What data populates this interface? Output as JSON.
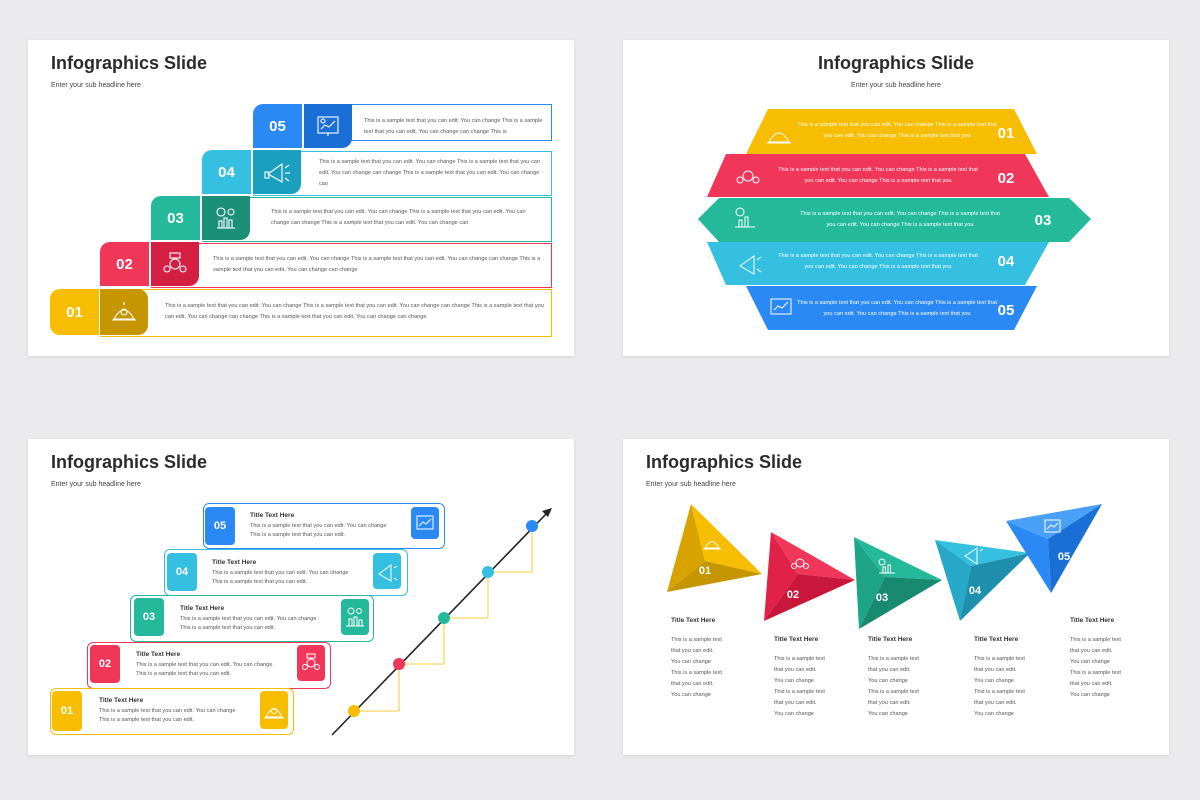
{
  "colors": {
    "yellow": "#f7bd00",
    "red": "#f0375a",
    "teal": "#25b99b",
    "cyan": "#35bfe0",
    "blue": "#2b89f5"
  },
  "slides": [
    {
      "title": "Infographics Slide",
      "subtitle": "Enter your sub headline here",
      "steps": [
        {
          "num": "01",
          "icon": "hands-money-icon",
          "text": "This is a sample text that you can edit. You can change This is a sample text that you can edit. You can change can change This is a sample text that you can edit. You can change can change This is a sample text that you can edit. You can change can change"
        },
        {
          "num": "02",
          "icon": "money-gears-icon",
          "text": "This is a sample text that you can edit. You can change This is a sample text that you can edit. You can change can change This is a sample text that you can edit. You can change can change"
        },
        {
          "num": "03",
          "icon": "chart-settings-icon",
          "text": "This is a sample text that you can edit. You can change This is a sample text that you can edit. You can change can change This is a sample text that you can edit. You can change can"
        },
        {
          "num": "04",
          "icon": "megaphone-icon",
          "text": "This is a sample text that you can edit. You can change This is a sample text that you can edit. You can change can change This is a sample text that you can edit. You can change can"
        },
        {
          "num": "05",
          "icon": "analytics-board-icon",
          "text": "This is a sample text that you can edit. You can change This is a sample text that you can edit. You can change can change This is"
        }
      ]
    },
    {
      "title": "Infographics Slide",
      "subtitle": "Enter your sub headline here",
      "bands": [
        {
          "num": "01",
          "icon": "hands-money-icon",
          "text": "This is a sample text that you can edit. You can change This is a sample text that you can edit. You can change This is a sample text that you"
        },
        {
          "num": "02",
          "icon": "money-gears-icon",
          "text": "This is a sample text that you can edit. You can change This is a sample text that you can edit. You can change This is a sample text that you"
        },
        {
          "num": "03",
          "icon": "chart-settings-icon",
          "text": "This is a sample text that you can edit. You can change This is a sample text that you can edit. You can change This is a sample text that you"
        },
        {
          "num": "04",
          "icon": "megaphone-icon",
          "text": "This is a sample text that you can edit. You can change This is a sample text that you can edit. You can change This is a sample text that you"
        },
        {
          "num": "05",
          "icon": "analytics-board-icon",
          "text": "This is a sample text that you can edit. You can change This is a sample text that you can edit. You can change This is a sample text that you"
        }
      ]
    },
    {
      "title": "Infographics Slide",
      "subtitle": "Enter your sub headline here",
      "cards": [
        {
          "num": "01",
          "heading": "Title Text Here",
          "icon": "hands-money-icon",
          "text": "This is a sample text that you can edit. You can change This is a sample text that you can edit."
        },
        {
          "num": "02",
          "heading": "Title Text Here",
          "icon": "money-gears-icon",
          "text": "This is a sample text that you can edit. You can change This is a sample text that you can edit."
        },
        {
          "num": "03",
          "heading": "Title Text Here",
          "icon": "chart-settings-icon",
          "text": "This is a sample text that you can edit. You can change This is a sample text that you can edit."
        },
        {
          "num": "04",
          "heading": "Title Text Here",
          "icon": "megaphone-icon",
          "text": "This is a sample text that you can edit. You can change This is a sample text that you can edit."
        },
        {
          "num": "05",
          "heading": "Title Text Here",
          "icon": "analytics-board-icon",
          "text": "This is a sample text that you can edit. You can change This is a sample text that you can edit."
        }
      ]
    },
    {
      "title": "Infographics Slide",
      "subtitle": "Enter your sub headline here",
      "arrows": [
        {
          "num": "01",
          "heading": "Title Text Here",
          "icon": "hands-money-icon",
          "lines": [
            "This is a sample text",
            "that you can edit.",
            "You can change",
            "This is a sample text",
            "that you can edit.",
            "You can change"
          ]
        },
        {
          "num": "02",
          "heading": "Title Text Here",
          "icon": "money-gears-icon",
          "lines": [
            "This is a sample text",
            "that you can edit.",
            "You can change",
            "This is a sample text",
            "that you can edit.",
            "You can change"
          ]
        },
        {
          "num": "03",
          "heading": "Title Text Here",
          "icon": "chart-settings-icon",
          "lines": [
            "This is a sample text",
            "that you can edit.",
            "You can change",
            "This is a sample text",
            "that you can edit.",
            "You can change"
          ]
        },
        {
          "num": "04",
          "heading": "Title Text Here",
          "icon": "megaphone-icon",
          "lines": [
            "This is a sample text",
            "that you can edit.",
            "You can change",
            "This is a sample text",
            "that you can edit.",
            "You can change"
          ]
        },
        {
          "num": "05",
          "heading": "Title Text Here",
          "icon": "analytics-board-icon",
          "lines": [
            "This is a sample text",
            "that you can edit.",
            "You can change",
            "This is a sample text",
            "that you can edit.",
            "You can change"
          ]
        }
      ]
    }
  ]
}
